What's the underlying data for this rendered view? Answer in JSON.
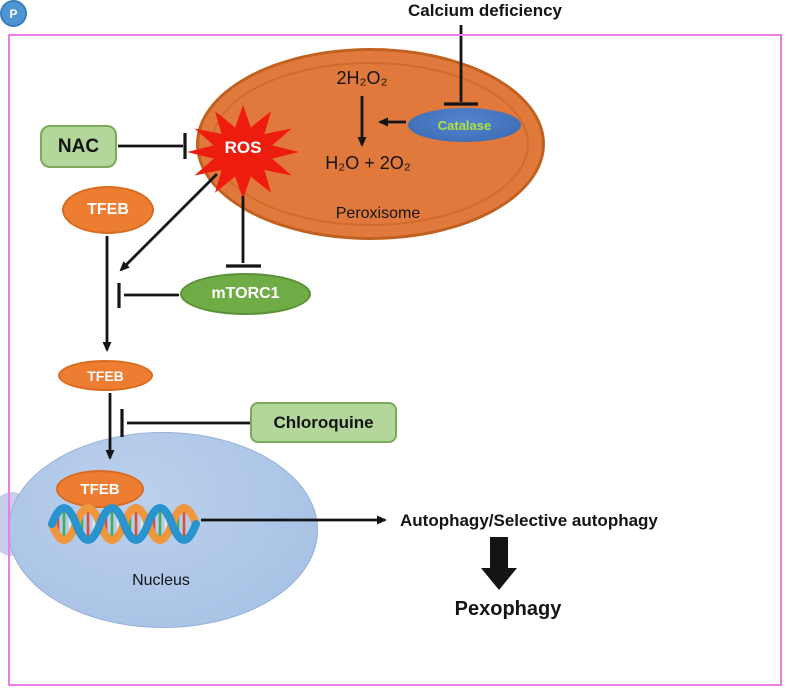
{
  "figure": {
    "top_label": "Calcium deficiency",
    "peroxisome": {
      "name": "Peroxisome",
      "substrate": "2H₂O₂",
      "products": "H₂O + 2O₂",
      "catalase": "Catalase"
    },
    "ros": "ROS",
    "nac": "NAC",
    "phospho_tfeb": {
      "p": "P",
      "tfeb": "TFEB"
    },
    "mtorc1": "mTORC1",
    "cytosolic_tfeb": "TFEB",
    "chloroquine": "Chloroquine",
    "nucleus": {
      "name": "Nucleus",
      "tfeb": "TFEB"
    },
    "outputs": {
      "autophagy": "Autophagy/Selective autophagy",
      "pexophagy": "Pexophagy"
    }
  },
  "colors": {
    "frame": "#ec7ce6",
    "orange": "#e1793c",
    "orangeDk": "#c2611f",
    "red": "#ed1c0f",
    "blue": "#3f6fb8",
    "catalaseText": "#b0e33c",
    "greenBox": "#b3d79a",
    "greenBoxBd": "#7ca95c",
    "green": "#6fac46",
    "tfeb": "#ed7d31",
    "tfebBd": "#d96c20",
    "pblue": "#4d96d2",
    "pblueBd": "#3a7dbd",
    "nucleus": "#a9c3e6",
    "nucleusLt": "#c6cfe9",
    "dnaBlue": "#2893cc",
    "dnaOrange": "#f0963c",
    "ink": "#141414"
  }
}
